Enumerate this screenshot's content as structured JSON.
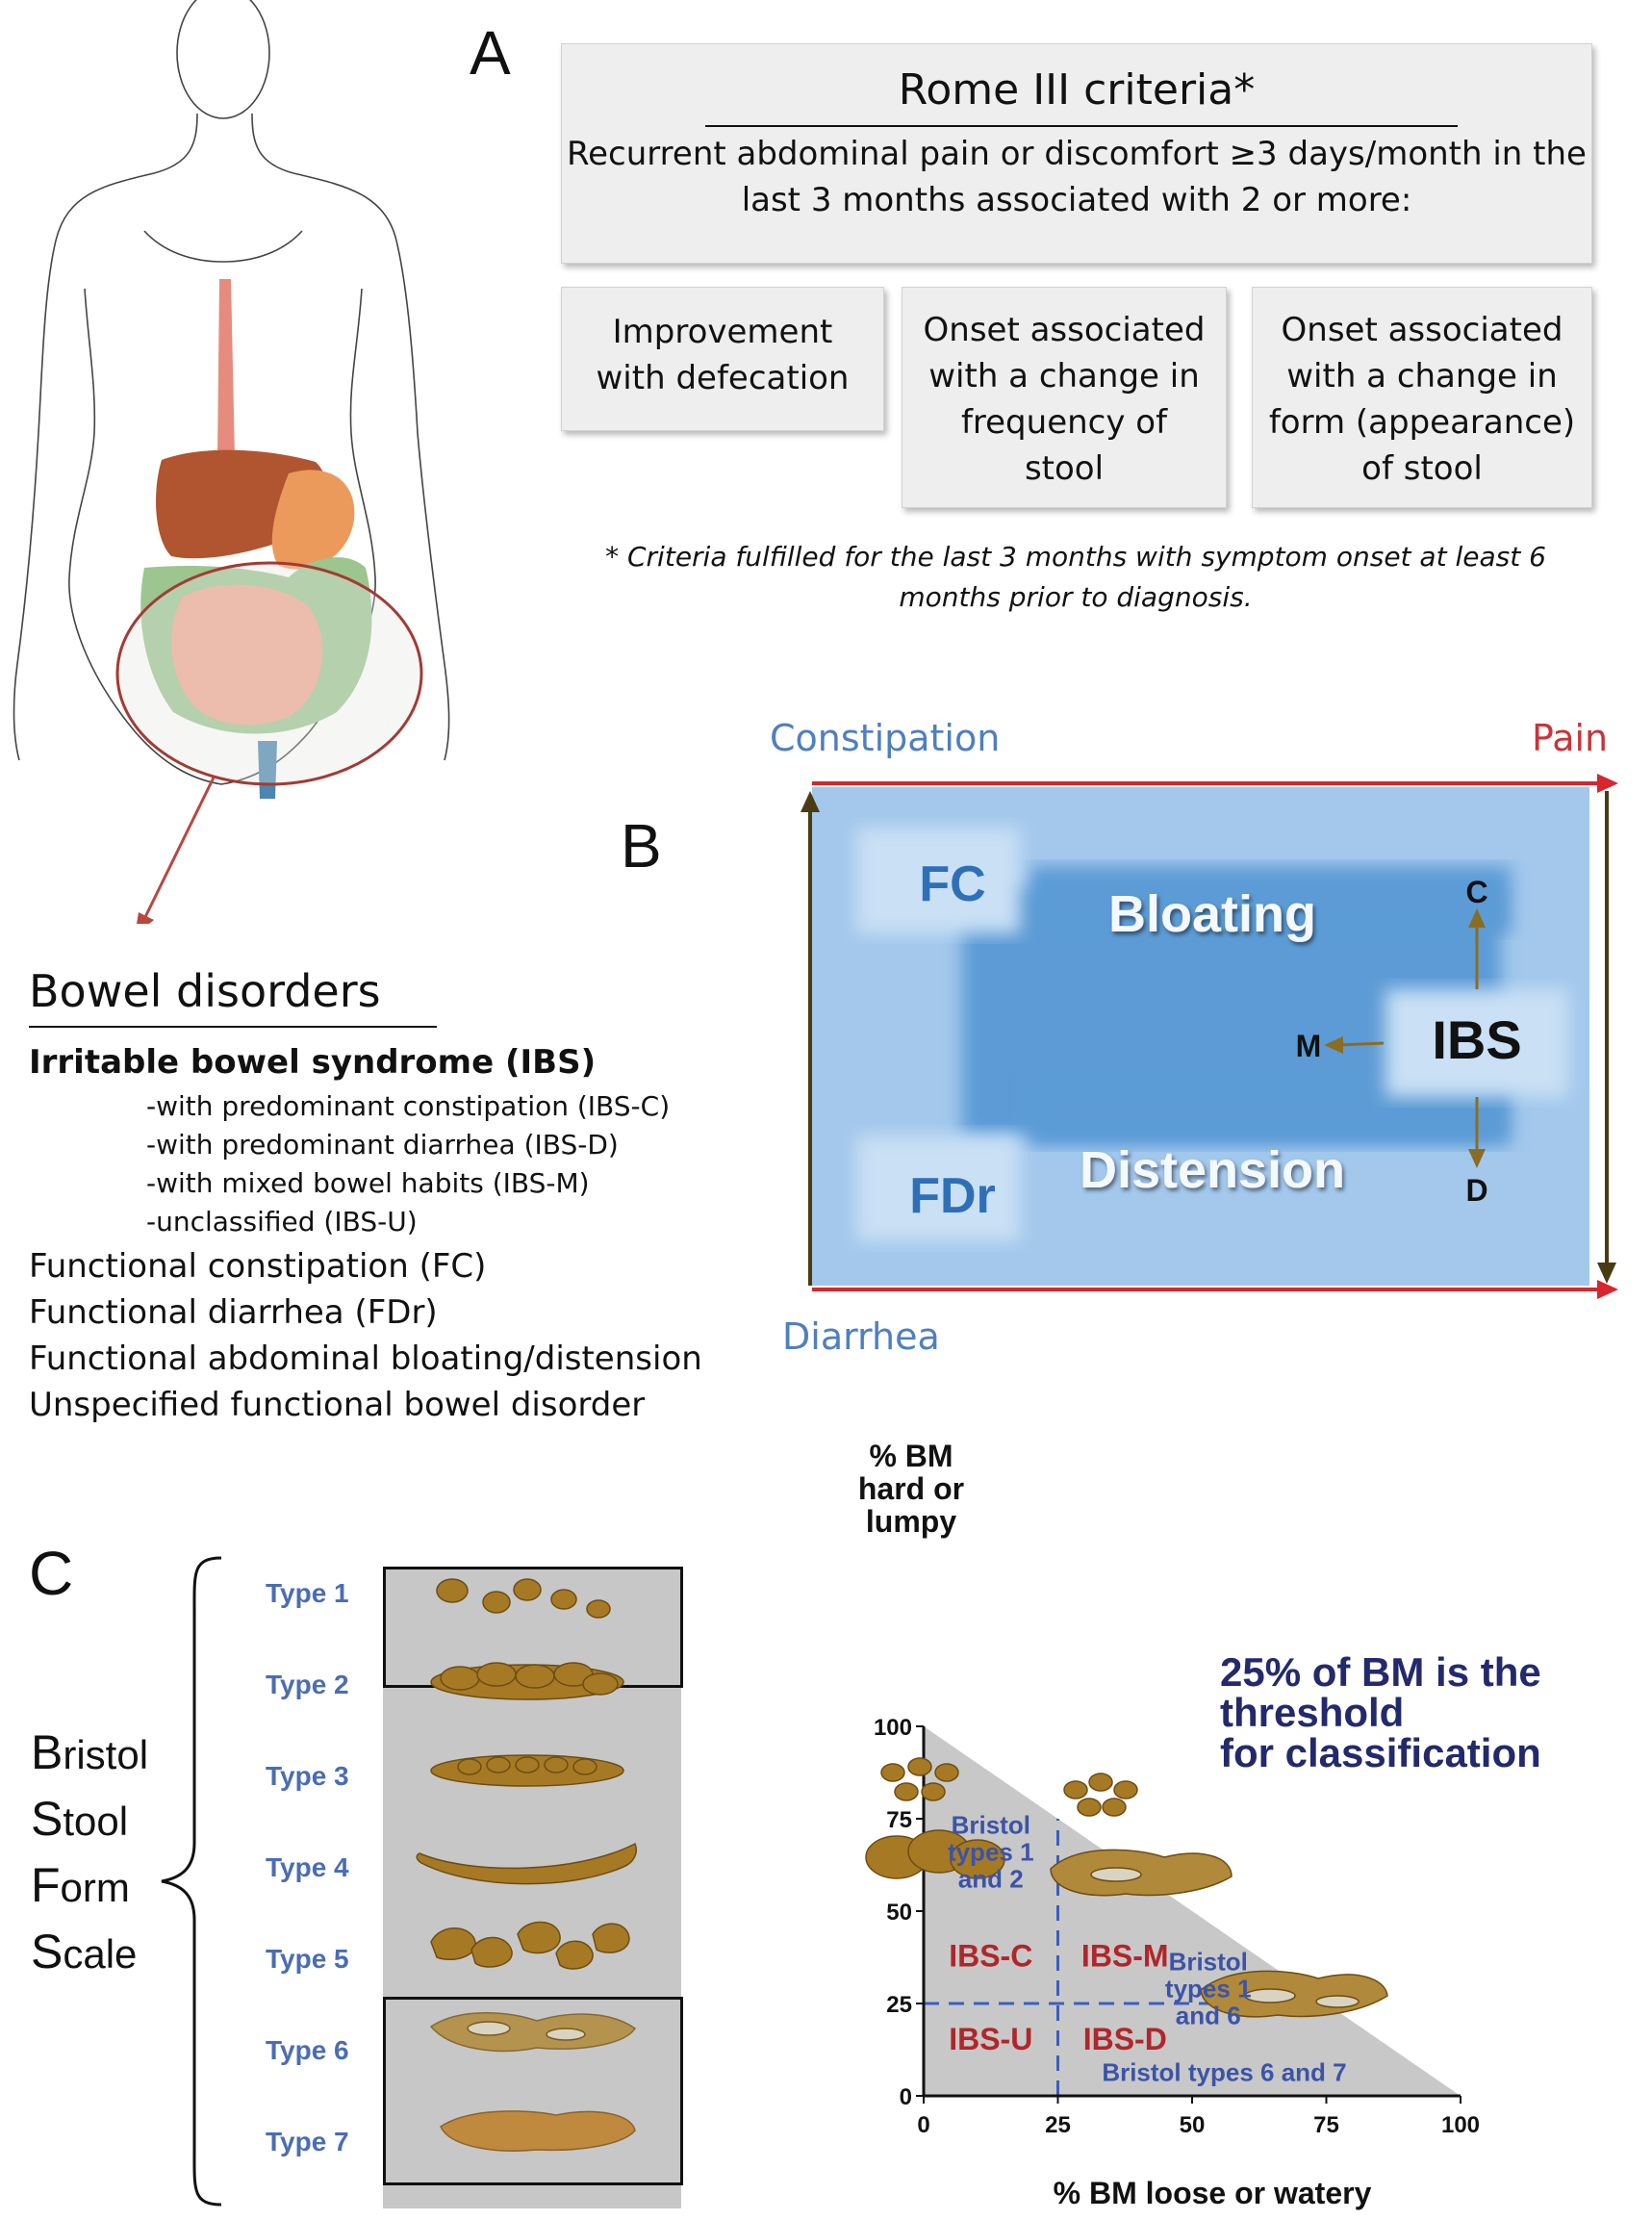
{
  "panels": {
    "a": "A",
    "b": "B",
    "c": "C"
  },
  "rome": {
    "title": "Rome III criteria*",
    "intro": [
      "Recurrent abdominal pain or discomfort ≥3 days/month in the",
      "last 3 months associated with 2 or more:"
    ],
    "criteria": [
      [
        "Improvement",
        "with defecation"
      ],
      [
        "Onset associated",
        "with a change in",
        "frequency of",
        "stool"
      ],
      [
        "Onset associated",
        "with a change in",
        "form (appearance)",
        "of stool"
      ]
    ],
    "footnote": [
      "* Criteria fulfilled for the last 3 months with symptom onset at least 6",
      "months prior to diagnosis."
    ]
  },
  "bowel_disorders": {
    "title": "Bowel disorders",
    "ibs": "Irritable bowel syndrome (IBS)",
    "ibs_subtypes": [
      "-with predominant constipation (IBS-C)",
      "-with predominant diarrhea (IBS-D)",
      "-with mixed bowel habits (IBS-M)",
      "-unclassified (IBS-U)"
    ],
    "others": [
      "Functional constipation (FC)",
      "Functional diarrhea (FDr)",
      "Functional abdominal bloating/distension",
      "Unspecified functional bowel disorder"
    ]
  },
  "spectrum": {
    "constipation": "Constipation",
    "pain": "Pain",
    "diarrhea": "Diarrhea",
    "fc": "FC",
    "fdr": "FDr",
    "bloating": "Bloating",
    "distension": "Distension",
    "ibs": "IBS",
    "c": "C",
    "m": "M",
    "d": "D",
    "colors": {
      "field": "#a3c8ec",
      "inner": "#5b9bd5",
      "block": "#c9e0f5",
      "arrow": "#d7262e",
      "side": "#4a3c12",
      "text": "#2f6fb8"
    }
  },
  "bristol": {
    "words": [
      [
        "B",
        "ristol"
      ],
      [
        "S",
        "tool"
      ],
      [
        "F",
        "orm"
      ],
      [
        "S",
        "cale"
      ]
    ],
    "types": [
      "Type 1",
      "Type 2",
      "Type 3",
      "Type 4",
      "Type 5",
      "Type 6",
      "Type 7"
    ]
  },
  "chart_data": {
    "type": "area",
    "title": "",
    "ylabel": "% BM hard or lumpy",
    "xlabel": "% BM loose or watery",
    "xlim": [
      0,
      100
    ],
    "ylim": [
      0,
      100
    ],
    "xticks": [
      0,
      25,
      50,
      75,
      100
    ],
    "yticks": [
      0,
      25,
      50,
      75,
      100
    ],
    "region": {
      "name": "",
      "vertices": [
        [
          0,
          100
        ],
        [
          0,
          0
        ],
        [
          100,
          0
        ]
      ]
    },
    "thresholds": {
      "x": 25,
      "y": 25
    },
    "annotation": "25% of BM is the threshold for classification",
    "regions": [
      {
        "label": "IBS-C",
        "x": 12.5,
        "y": 35
      },
      {
        "label": "IBS-M",
        "x": 37.5,
        "y": 35
      },
      {
        "label": "IBS-U",
        "x": 12.5,
        "y": 12.5
      },
      {
        "label": "IBS-D",
        "x": 37.5,
        "y": 12.5
      }
    ],
    "notes": [
      {
        "text": [
          "Bristol",
          "types 1",
          "and 2"
        ],
        "x": 12.5,
        "y": 71
      },
      {
        "text": [
          "Bristol",
          "types 1",
          "and 6"
        ],
        "x": 53,
        "y": 34
      },
      {
        "text": [
          "Bristol types 6 and 7"
        ],
        "x": 56,
        "y": 4
      }
    ],
    "colors": {
      "area": "#c8c8c8",
      "grid": "#3a5fc0",
      "region_text": "#b0262a",
      "note_text": "#3b54a8",
      "title_text": "#232a6b"
    }
  }
}
